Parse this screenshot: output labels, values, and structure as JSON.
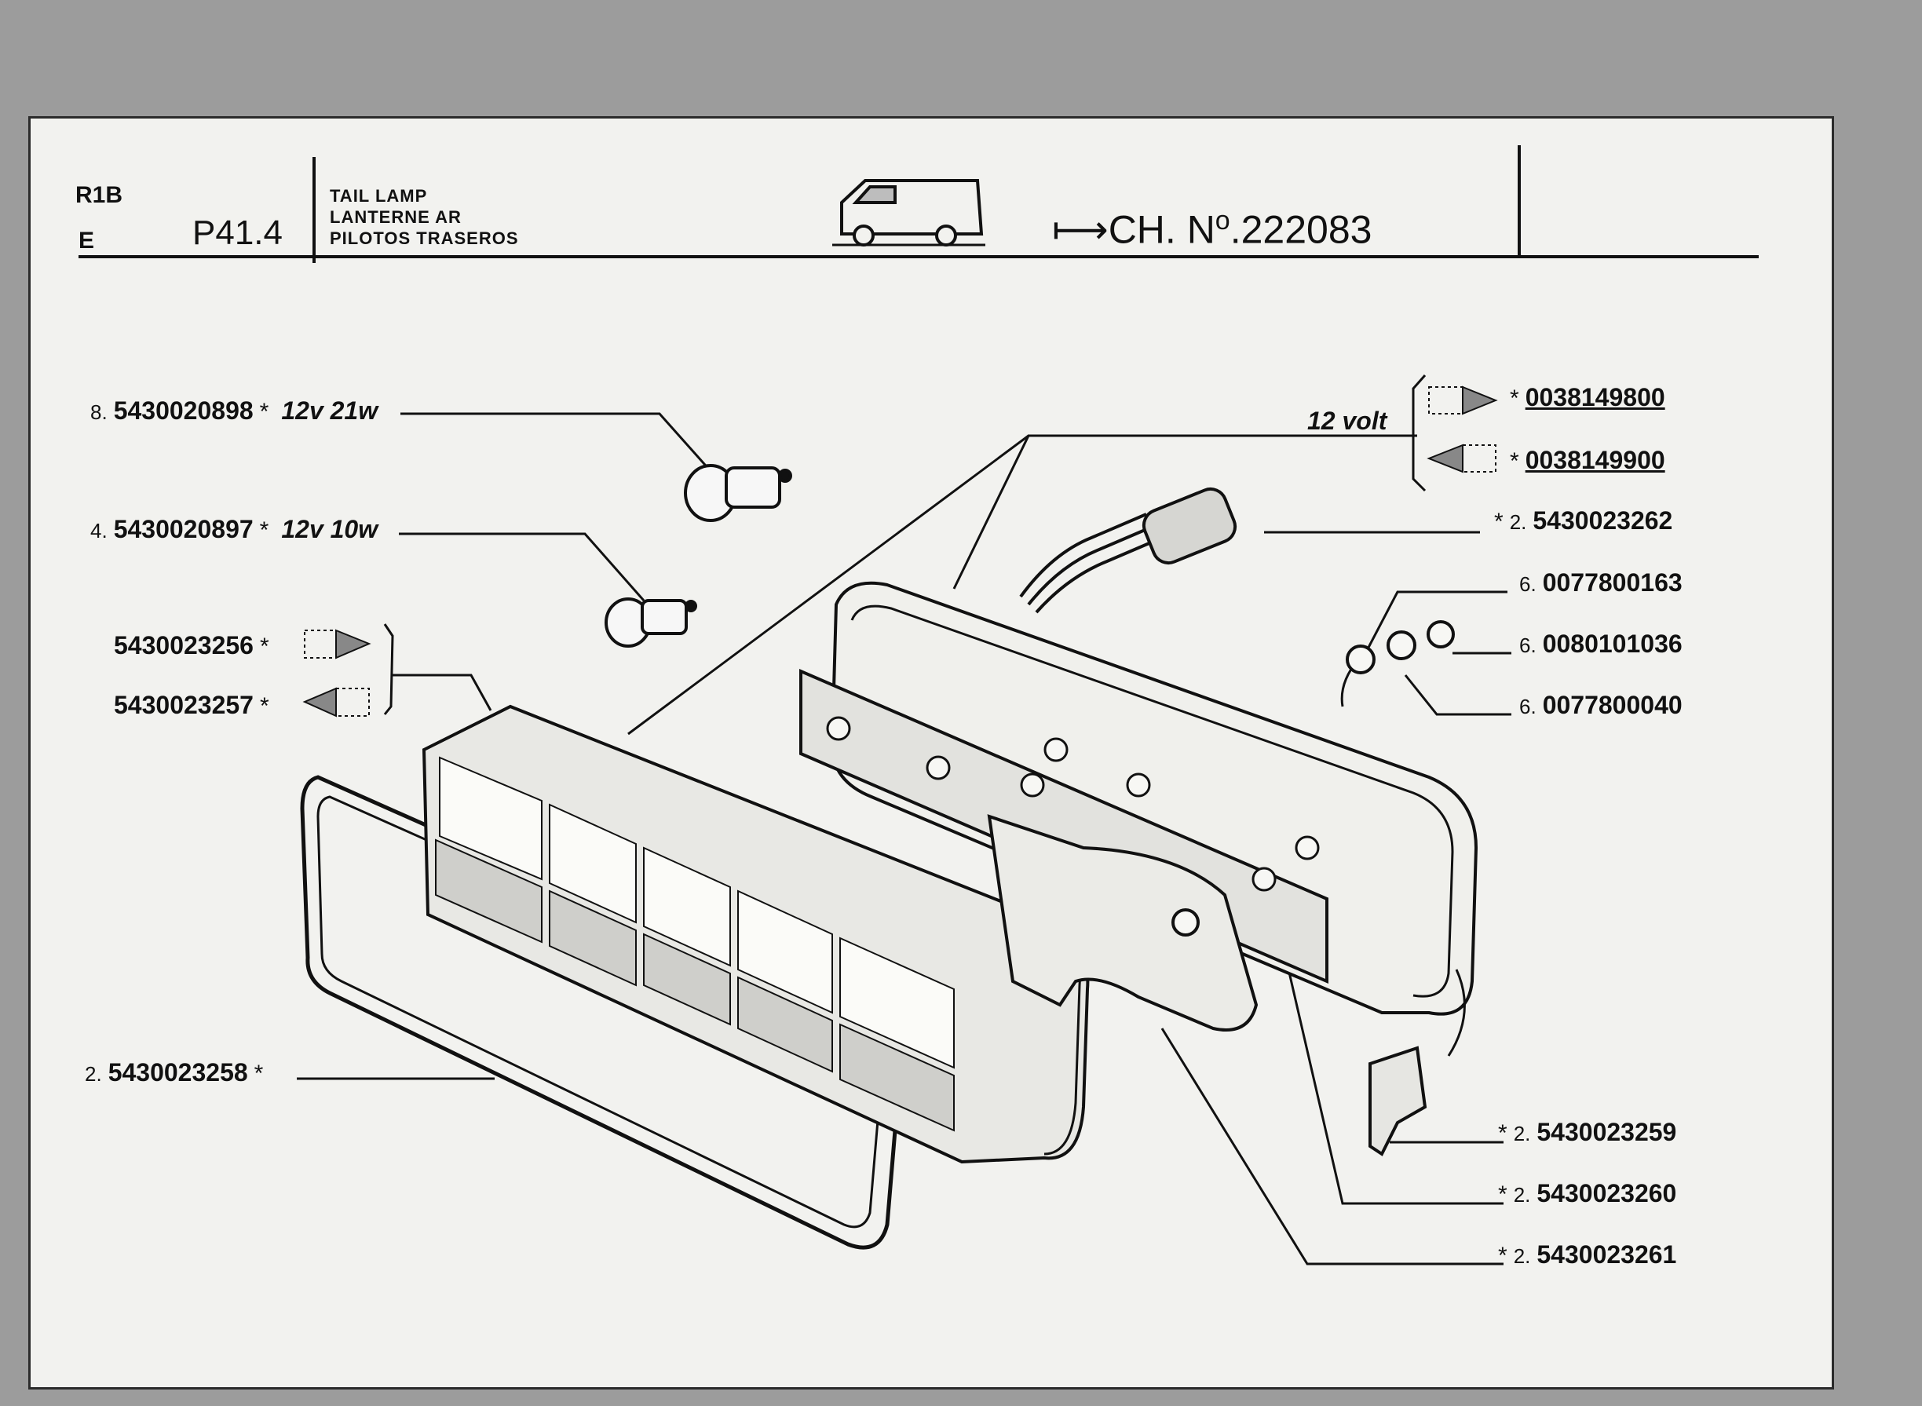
{
  "header": {
    "model": "R1B",
    "language": "E",
    "page": "P41.4",
    "titles": [
      "TAIL LAMP",
      "LANTERNE AR",
      "PILOTOS TRASEROS"
    ],
    "chassis_arrow": "⟼",
    "chassis_text": "CH. N",
    "chassis_sup": "o",
    "chassis_number": ".222083"
  },
  "voltage_label": "12 volt",
  "parts": {
    "bulb_21w": {
      "qty": "8.",
      "pn": "5430020898",
      "star": "*",
      "spec": "12v 21w"
    },
    "bulb_10w": {
      "qty": "4.",
      "pn": "5430020897",
      "star": "*",
      "spec": "12v 10w"
    },
    "lens_right": {
      "pn": "5430023256",
      "star": "*"
    },
    "lens_left": {
      "pn": "5430023257",
      "star": "*"
    },
    "gasket": {
      "qty": "2.",
      "pn": "5430023258",
      "star": "*"
    },
    "body_right": {
      "pn": "0038149800",
      "star": "*"
    },
    "body_left": {
      "pn": "0038149900",
      "star": "*"
    },
    "connector": {
      "qty": "2.",
      "pn": "5430023262",
      "star": "*"
    },
    "nut": {
      "qty": "6.",
      "pn": "0077800163"
    },
    "washer_a": {
      "qty": "6.",
      "pn": "0080101036"
    },
    "washer_b": {
      "qty": "6.",
      "pn": "0077800040"
    },
    "clip": {
      "qty": "2.",
      "pn": "5430023259",
      "star": "*"
    },
    "plate": {
      "qty": "2.",
      "pn": "5430023260",
      "star": "*"
    },
    "bracket": {
      "qty": "2.",
      "pn": "5430023261",
      "star": "*"
    }
  },
  "icons": [
    "van-icon",
    "triangle-right-icon",
    "triangle-left-icon",
    "asterisk-icon"
  ]
}
